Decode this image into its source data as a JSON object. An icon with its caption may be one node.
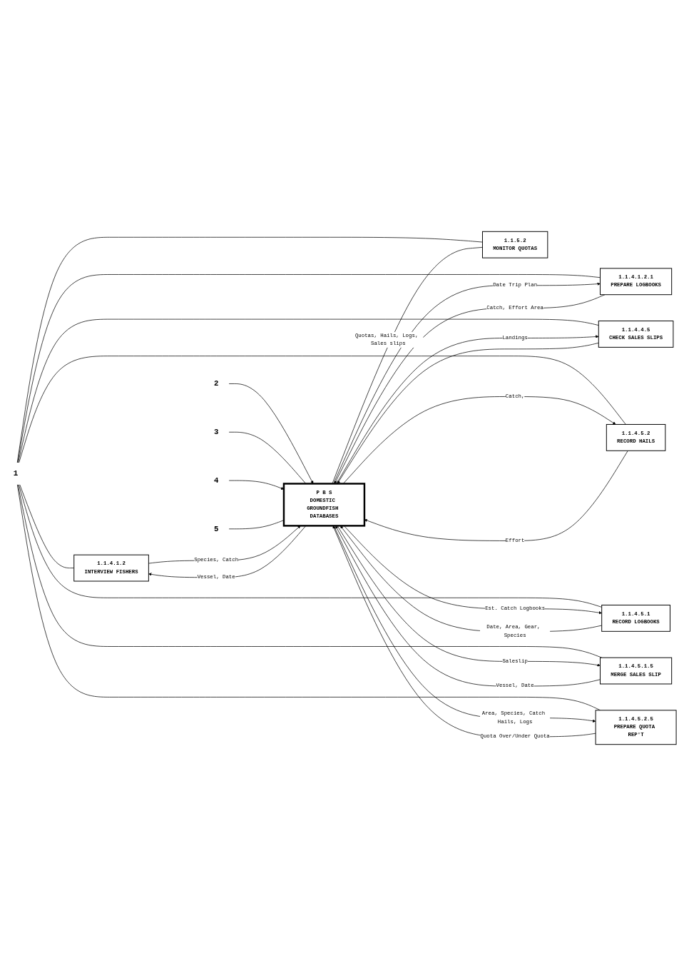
{
  "diagram": {
    "nodes": [
      {
        "text": [
          "1.1.4.1.2",
          "INTERVIEW FISHERS"
        ]
      },
      {
        "text": [
          "1.1.4.1.2.1",
          "PREPARE LOGBOOKS"
        ]
      },
      {
        "text": [
          "1.1.4.4.5",
          "CHECK SALES SLIPS"
        ]
      },
      {
        "text": [
          "1.1.4.5.2",
          "RECORD HAILS"
        ]
      },
      {
        "text": [
          "1.1.4.5.1",
          "RECORD LOGBOOKS"
        ]
      },
      {
        "text": [
          "1.1.4.5.1.5",
          "MERGE SALES SLIP"
        ]
      },
      {
        "text": [
          "1.1.4.5.2.5",
          "PREPARE QUOTA REP'T"
        ]
      },
      {
        "text": [
          "1.1.5.2",
          "MONITOR QUOTAS"
        ]
      },
      {
        "text": [
          "P B S",
          "DOMESTIC GROUNDFISH DATABASES"
        ]
      },
      {
        "text": [
          "1"
        ]
      },
      {
        "text": [
          "2"
        ]
      },
      {
        "text": [
          "3"
        ]
      },
      {
        "text": [
          "4"
        ]
      },
      {
        "text": [
          "5"
        ]
      }
    ],
    "edges": [
      {
        "from": 9,
        "to": 0,
        "arrow": "none"
      },
      {
        "from": 9,
        "to": 1,
        "arrow": "none"
      },
      {
        "from": 9,
        "to": 2,
        "arrow": "none"
      },
      {
        "from": 9,
        "to": 3,
        "arrow": "none"
      },
      {
        "from": 9,
        "to": 4,
        "arrow": "none"
      },
      {
        "from": 9,
        "to": 5,
        "arrow": "none"
      },
      {
        "from": 9,
        "to": 6,
        "arrow": "none"
      },
      {
        "from": 9,
        "to": 7,
        "arrow": "none"
      },
      {
        "from": 10,
        "to": 8,
        "arrow": "to"
      },
      {
        "from": 11,
        "to": 8,
        "arrow": "none"
      },
      {
        "from": 12,
        "to": 8,
        "arrow": "to"
      },
      {
        "from": 13,
        "to": 8,
        "arrow": "none"
      },
      {
        "from": 8,
        "to": 0,
        "arrow": "to",
        "label": "Vessel, Date"
      },
      {
        "from": 0,
        "to": 8,
        "arrow": "to",
        "label": "Species, Catch"
      },
      {
        "from": 8,
        "to": 1,
        "arrow": "to",
        "label": "Date Trip Plan"
      },
      {
        "from": 1,
        "to": 8,
        "arrow": "to",
        "label": "Catch, Effort Area"
      },
      {
        "from": 8,
        "to": 2,
        "arrow": "to",
        "label": "Landings"
      },
      {
        "from": 2,
        "to": 8,
        "arrow": "to"
      },
      {
        "from": 8,
        "to": 3,
        "arrow": "to",
        "label": "Catch,"
      },
      {
        "from": 3,
        "to": 8,
        "arrow": "to",
        "label": "Effort"
      },
      {
        "from": 8,
        "to": 4,
        "arrow": "to",
        "label": "Est. Catch Logbooks"
      },
      {
        "from": 4,
        "to": 8,
        "arrow": "to",
        "label": "Date, Area, Gear, Species"
      },
      {
        "from": 8,
        "to": 5,
        "arrow": "to",
        "label": "Saleslip"
      },
      {
        "from": 5,
        "to": 8,
        "arrow": "to",
        "label": "Vessel, Date"
      },
      {
        "from": 8,
        "to": 6,
        "arrow": "to",
        "label": "Area, Species, Catch Hails, Logs"
      },
      {
        "from": 6,
        "to": 8,
        "arrow": "to",
        "label": "Quota Over/Under Quota"
      },
      {
        "from": 8,
        "to": 7,
        "arrow": "none",
        "label": "Quotas, Hails, Logs, Sales slips"
      }
    ]
  }
}
